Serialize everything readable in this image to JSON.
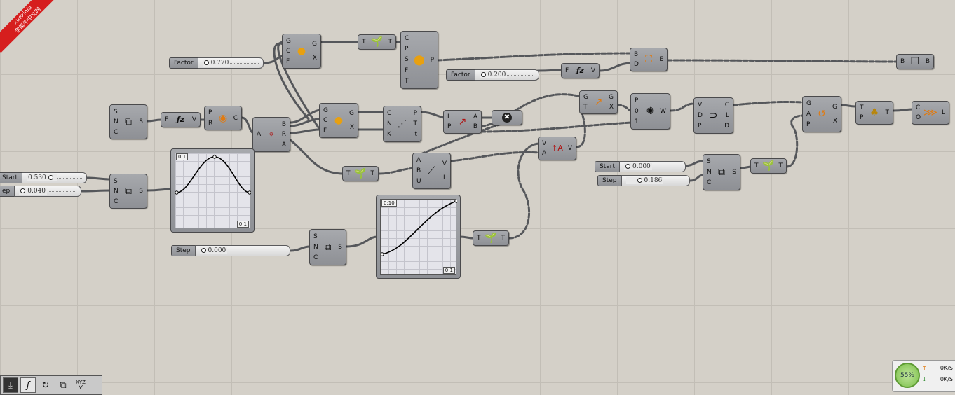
{
  "watermark": {
    "line1": "xuexiniu",
    "line2": "学犀牛中文网"
  },
  "sliders": {
    "factor1": {
      "label": "Factor",
      "value": "0.770"
    },
    "factor2": {
      "label": "Factor",
      "value": "0.200"
    },
    "start1": {
      "label": "Start",
      "value": "0.530"
    },
    "step1": {
      "label": "ep",
      "value": "0.040"
    },
    "step2": {
      "label": "Step",
      "value": "0.000"
    },
    "start2": {
      "label": "Start",
      "value": "0.000"
    },
    "step3": {
      "label": "Step",
      "value": "0.186"
    }
  },
  "graphs": {
    "bell": {
      "top_tag": "0:1",
      "bottom_tag": "0:1"
    },
    "sshape": {
      "top_tag": "0:10",
      "bottom_tag": "0:1"
    }
  },
  "toolbar": {
    "xyz_label": "XYZ"
  },
  "status": {
    "cpu": "55%",
    "up": "0K/S",
    "down": "0K/S"
  },
  "icons": [
    "series-icon",
    "graph-mapper-icon",
    "deconstruct-plane-icon",
    "evaluate-length-icon",
    "scale-icon",
    "tree-branch-icon",
    "sweep-icon",
    "line-icon",
    "divide-curve-icon",
    "move-icon",
    "expression-icon",
    "remove-icon",
    "evaluate-surface-icon",
    "amplitude-icon",
    "boundary-icon",
    "brep-icon",
    "orient-icon",
    "offset-icon",
    "loft-icon",
    "pipe-icon"
  ]
}
